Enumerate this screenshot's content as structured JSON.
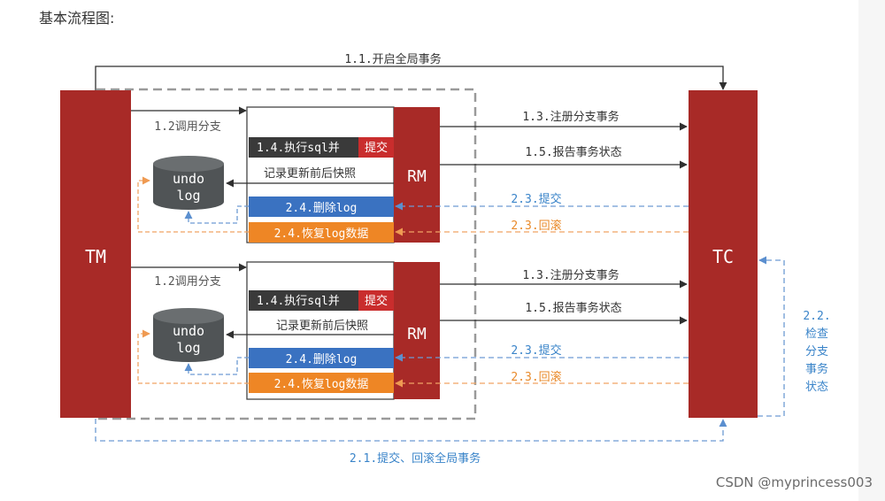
{
  "page": {
    "heading": "基本流程图:",
    "watermark": "CSDN @myprincess003"
  },
  "colors": {
    "component_red": "#a82a27",
    "label_dark": "#333333",
    "delete_blue": "#3a72c1",
    "restore_orange": "#ee8625",
    "arrow_gray": "#3a3a3a",
    "db_gray": "#505456",
    "commit_blue": "#6d9bd3",
    "commit_text_blue": "#3a84c9",
    "rollback_orange": "#f0a565",
    "rollback_text": "#e98a2a"
  },
  "diagram": {
    "tm_label": "TM",
    "tc_label": "TC",
    "rm_label": "RM",
    "top_arrow_label": "1.1.开启全局事务",
    "bottom_arrow_label": "2.1.提交、回滚全局事务",
    "check_status_label": [
      "2.2.",
      "检查",
      "分支",
      "事务",
      "状态"
    ],
    "branches": [
      {
        "call_label": "1.2调用分支",
        "exec_prefix": "1.4.执行sql并",
        "exec_highlight": "提交",
        "snapshot_label": "记录更新前后快照",
        "delete_label": "2.4.删除log",
        "restore_label": "2.4.恢复log数据",
        "register_label": "1.3.注册分支事务",
        "report_label": "1.5.报告事务状态",
        "commit_label": "2.3.提交",
        "rollback_label": "2.3.回滚",
        "undo_lines": [
          "undo",
          "log"
        ]
      },
      {
        "call_label": "1.2调用分支",
        "exec_prefix": "1.4.执行sql并",
        "exec_highlight": "提交",
        "snapshot_label": "记录更新前后快照",
        "delete_label": "2.4.删除log",
        "restore_label": "2.4.恢复log数据",
        "register_label": "1.3.注册分支事务",
        "report_label": "1.5.报告事务状态",
        "commit_label": "2.3.提交",
        "rollback_label": "2.3.回滚",
        "undo_lines": [
          "undo",
          "log"
        ]
      }
    ]
  }
}
